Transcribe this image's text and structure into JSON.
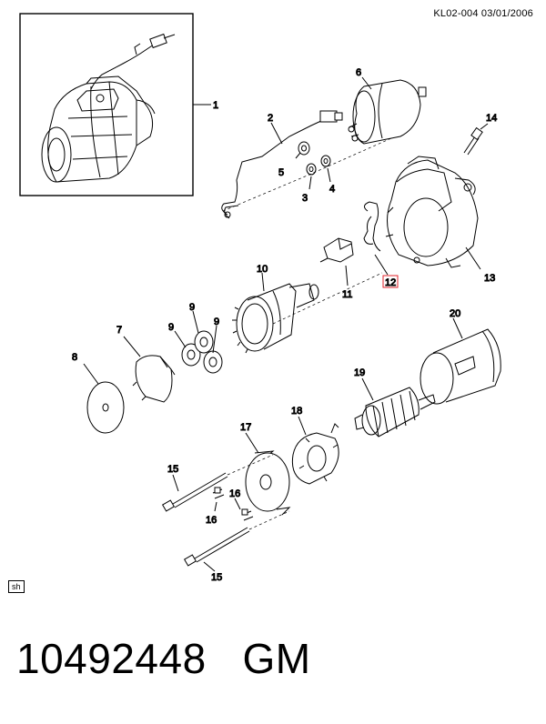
{
  "header": {
    "reference": "KL02-004  03/01/2006"
  },
  "footer": {
    "part_number": "10492448",
    "brand": "GM",
    "badge": "sh"
  },
  "callouts": [
    {
      "id": "c1",
      "label": "1"
    },
    {
      "id": "c2",
      "label": "2"
    },
    {
      "id": "c3",
      "label": "3"
    },
    {
      "id": "c4",
      "label": "4"
    },
    {
      "id": "c5",
      "label": "5"
    },
    {
      "id": "c6",
      "label": "6"
    },
    {
      "id": "c7",
      "label": "7"
    },
    {
      "id": "c8",
      "label": "8"
    },
    {
      "id": "c9a",
      "label": "9"
    },
    {
      "id": "c9b",
      "label": "9"
    },
    {
      "id": "c9c",
      "label": "9"
    },
    {
      "id": "c10",
      "label": "10"
    },
    {
      "id": "c11",
      "label": "11"
    },
    {
      "id": "c12",
      "label": "12",
      "highlight": true,
      "highlight_color": "#e0202a"
    },
    {
      "id": "c13",
      "label": "13"
    },
    {
      "id": "c14",
      "label": "14"
    },
    {
      "id": "c15a",
      "label": "15"
    },
    {
      "id": "c15b",
      "label": "15"
    },
    {
      "id": "c16a",
      "label": "16"
    },
    {
      "id": "c16b",
      "label": "16"
    },
    {
      "id": "c17",
      "label": "17"
    },
    {
      "id": "c18",
      "label": "18"
    },
    {
      "id": "c19",
      "label": "19"
    },
    {
      "id": "c20",
      "label": "20"
    }
  ]
}
